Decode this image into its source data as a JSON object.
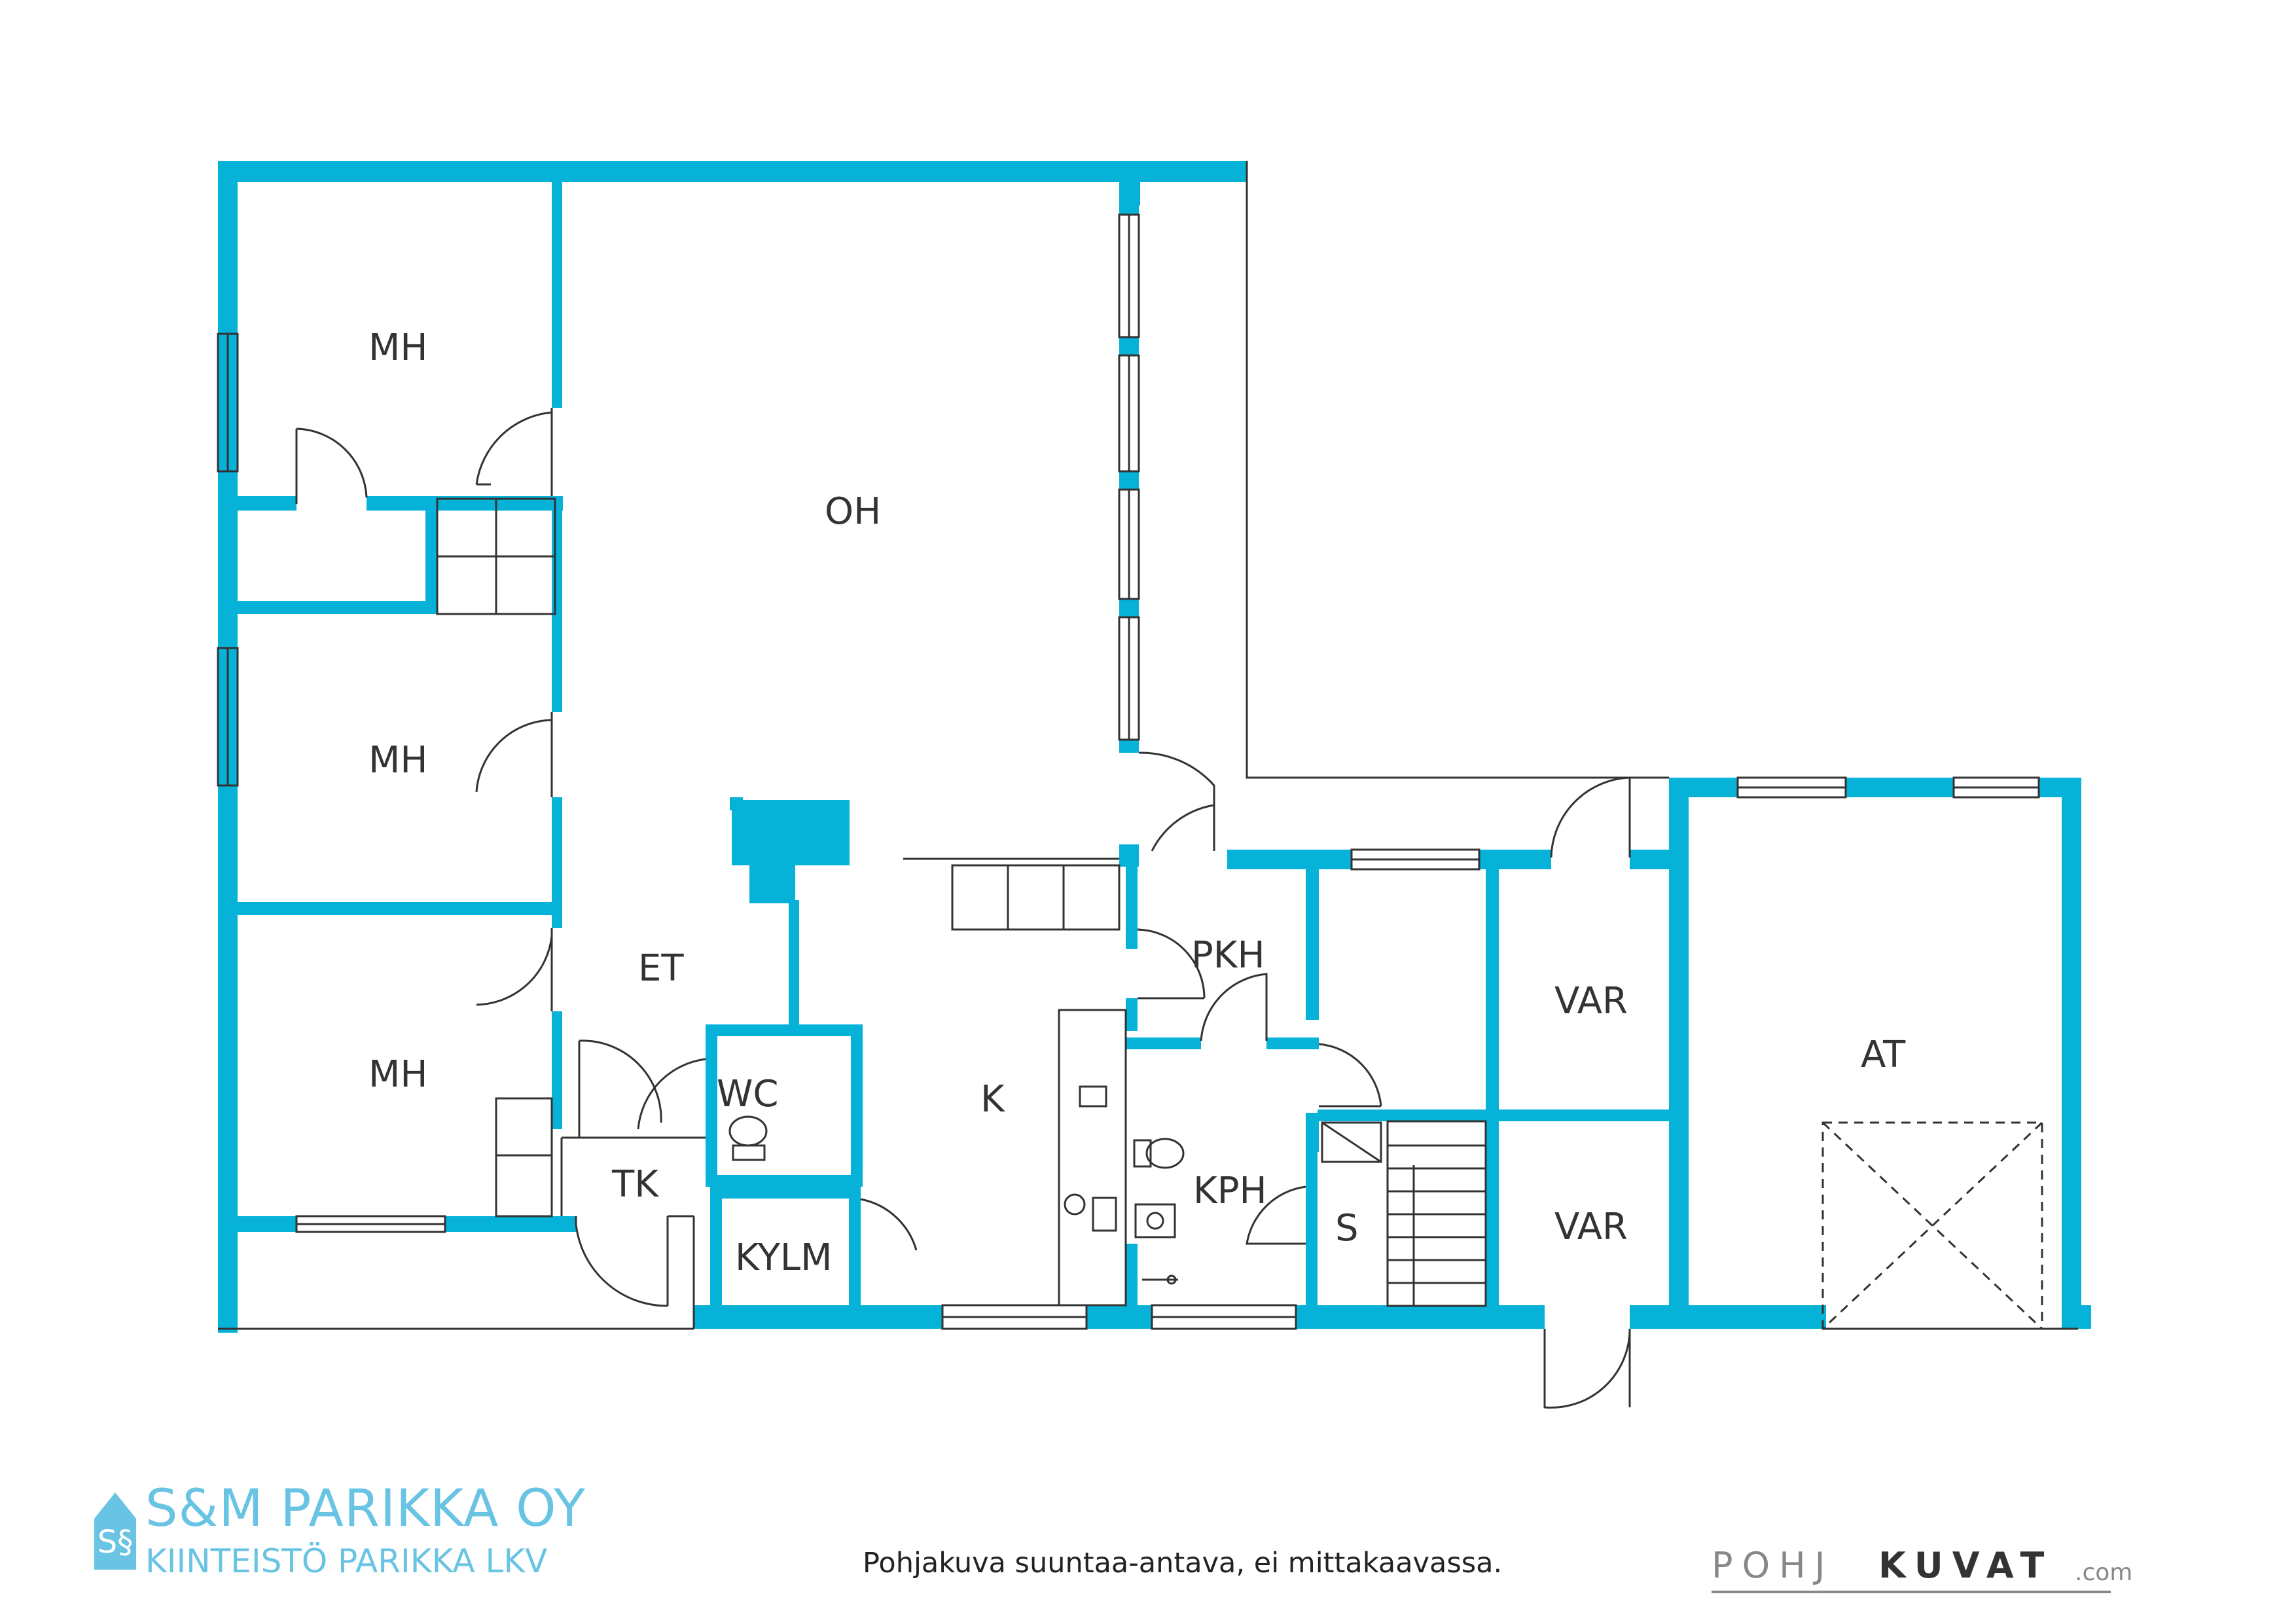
{
  "rooms": {
    "mh1": "MH",
    "oh": "OH",
    "mh2": "MH",
    "et": "ET",
    "mh3": "MH",
    "wc": "WC",
    "k": "K",
    "tk": "TK",
    "kylm": "KYLM",
    "pkh": "PKH",
    "kph": "KPH",
    "s": "S",
    "var1": "VAR",
    "var2": "VAR",
    "at": "AT"
  },
  "caption": "Pohjakuva suuntaa-antava, ei mittakaavassa.",
  "logo_left": {
    "name": "S&M PARIKKA OY",
    "sub": "KIINTEISTÖ PARIKKA LKV",
    "badge": "S§"
  },
  "logo_right": {
    "part1": "POHJ",
    "part2": "KUVAT",
    "suffix": ".com"
  },
  "colors": {
    "wall": "#06b2d8",
    "line": "#333333",
    "brand": "#69c4e3"
  }
}
